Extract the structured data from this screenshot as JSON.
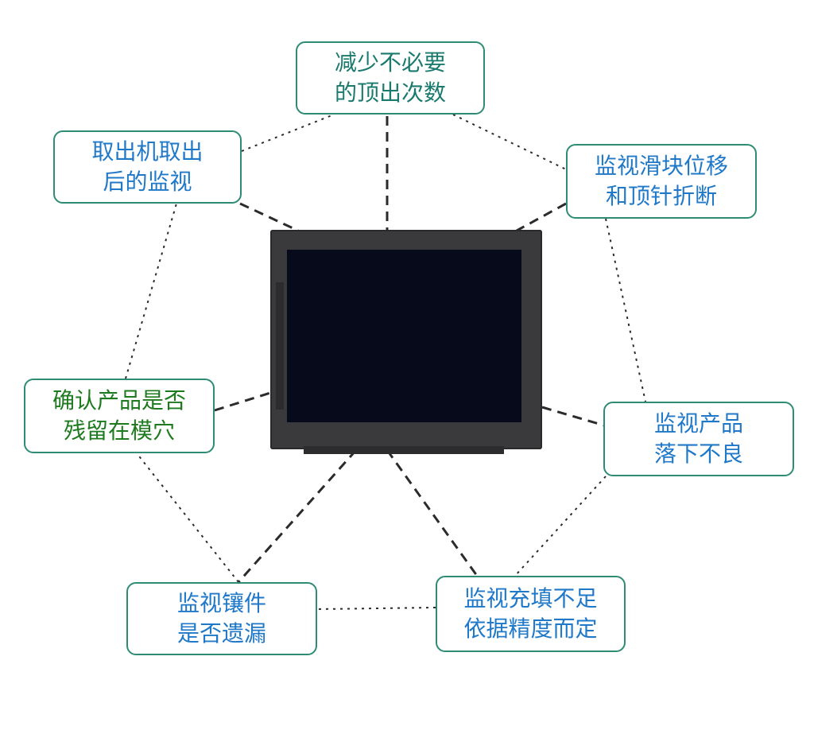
{
  "boxes": [
    {
      "id": "t1",
      "text": "减少不必要\n的顶出次数",
      "color": "#1a7a6e"
    },
    {
      "id": "t2",
      "text": "取出机取出\n后的监视",
      "color": "#1f78c8"
    },
    {
      "id": "t3",
      "text": "监视滑块位移\n和顶针折断",
      "color": "#1f78c8"
    },
    {
      "id": "t4",
      "text": "确认产品是否\n残留在模穴",
      "color": "#1e7a1e"
    },
    {
      "id": "t5",
      "text": "监视产品\n落下不良",
      "color": "#1f78c8"
    },
    {
      "id": "t6",
      "text": "监视镶件\n是否遗漏",
      "color": "#1f78c8"
    },
    {
      "id": "t7",
      "text": "监视充填不足\n依据精度而定",
      "color": "#1f78c8"
    }
  ],
  "colors": {
    "box_border": "#2e8b74",
    "connector": "#2b2b2b",
    "monitor_frame": "#3a3a3c",
    "screen": "#070a1a"
  }
}
